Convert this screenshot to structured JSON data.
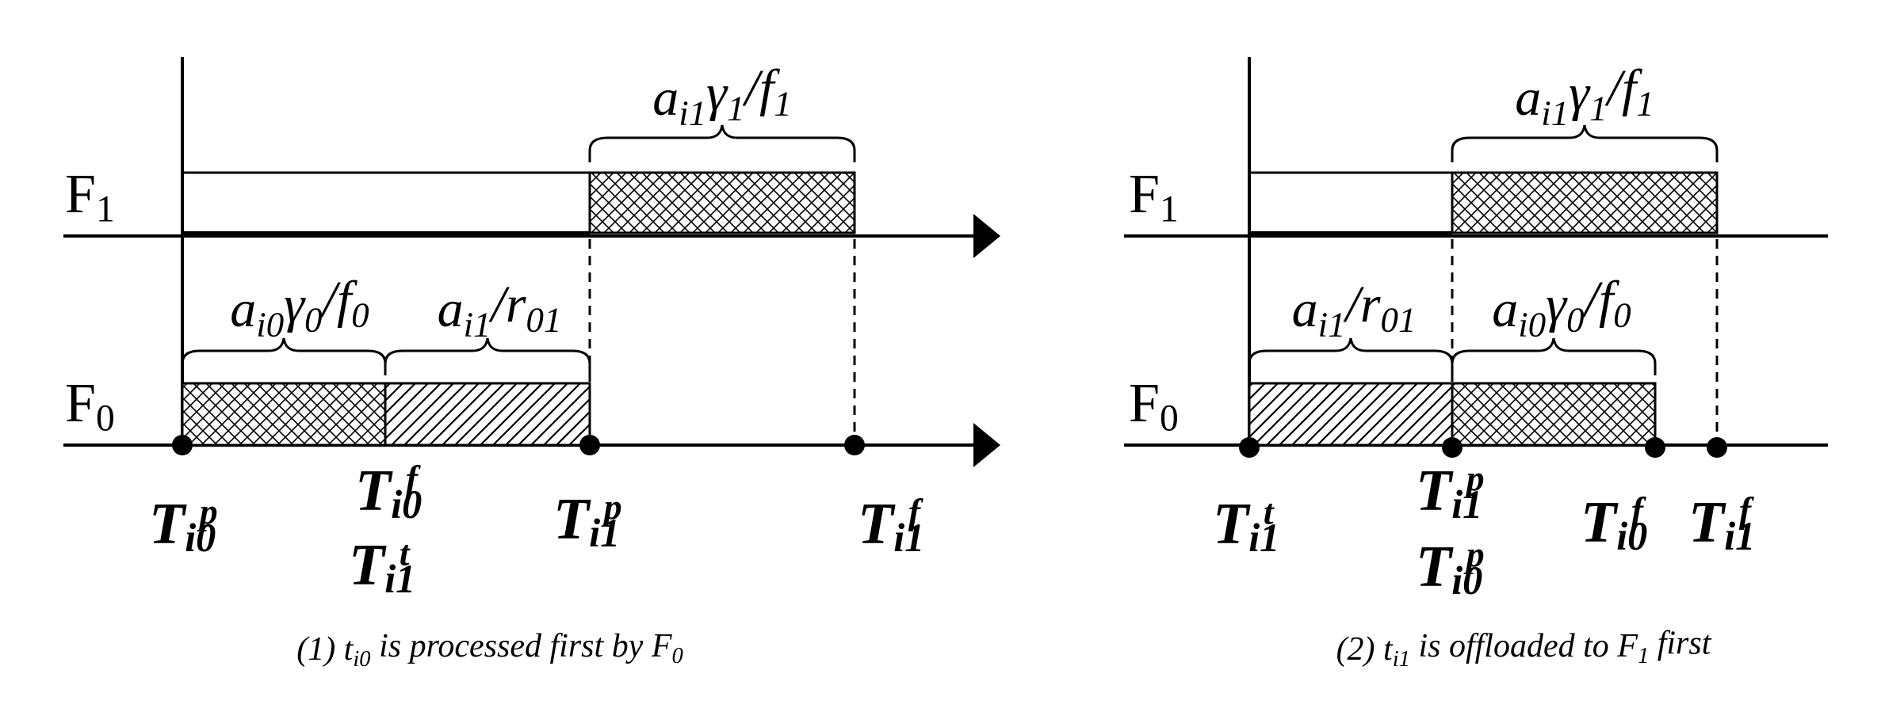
{
  "panels": [
    {
      "rows": {
        "f1": {
          "base": "F",
          "sub": "1"
        },
        "f0": {
          "base": "F",
          "sub": "0"
        }
      },
      "braces": [
        {
          "parts": [
            {
              "t": "a"
            },
            {
              "s": "i1"
            },
            {
              "t": "γ"
            },
            {
              "s": "1"
            },
            {
              "t": "/f"
            },
            {
              "s": "1"
            }
          ]
        },
        {
          "parts": [
            {
              "t": "a"
            },
            {
              "s": "i0"
            },
            {
              "t": "γ"
            },
            {
              "s": "0"
            },
            {
              "t": "/f"
            },
            {
              "s": "0"
            }
          ]
        },
        {
          "parts": [
            {
              "t": "a"
            },
            {
              "s": "i1"
            },
            {
              "t": "/r"
            },
            {
              "s": "01"
            }
          ]
        }
      ],
      "time_labels": [
        {
          "base": "T",
          "sub": "i0",
          "sup": "p"
        },
        {
          "base": "T",
          "sub": "i0",
          "sup": "f"
        },
        {
          "base": "T",
          "sub": "i1",
          "sup": "t"
        },
        {
          "base": "T",
          "sub": "i1",
          "sup": "p"
        },
        {
          "base": "T",
          "sub": "i1",
          "sup": "f"
        }
      ],
      "caption": {
        "parts": [
          {
            "t": "(1) t"
          },
          {
            "s": "i0"
          },
          {
            "t": " is processed first by F"
          },
          {
            "s": "0"
          }
        ]
      }
    },
    {
      "rows": {
        "f1": {
          "base": "F",
          "sub": "1"
        },
        "f0": {
          "base": "F",
          "sub": "0"
        }
      },
      "braces": [
        {
          "parts": [
            {
              "t": "a"
            },
            {
              "s": "i1"
            },
            {
              "t": "γ"
            },
            {
              "s": "1"
            },
            {
              "t": "/f"
            },
            {
              "s": "1"
            }
          ]
        },
        {
          "parts": [
            {
              "t": "a"
            },
            {
              "s": "i1"
            },
            {
              "t": "/r"
            },
            {
              "s": "01"
            }
          ]
        },
        {
          "parts": [
            {
              "t": "a"
            },
            {
              "s": "i0"
            },
            {
              "t": "γ"
            },
            {
              "s": "0"
            },
            {
              "t": "/f"
            },
            {
              "s": "0"
            }
          ]
        }
      ],
      "time_labels": [
        {
          "base": "T",
          "sub": "i1",
          "sup": "t"
        },
        {
          "base": "T",
          "sub": "i1",
          "sup": "p"
        },
        {
          "base": "T",
          "sub": "i0",
          "sup": "p"
        },
        {
          "base": "T",
          "sub": "i0",
          "sup": "f"
        },
        {
          "base": "T",
          "sub": "i1",
          "sup": "f"
        }
      ],
      "caption": {
        "parts": [
          {
            "t": "(2) t"
          },
          {
            "s": "i1"
          },
          {
            "t": " is offloaded to F"
          },
          {
            "s": "1"
          },
          {
            "t": " first"
          }
        ]
      }
    }
  ]
}
